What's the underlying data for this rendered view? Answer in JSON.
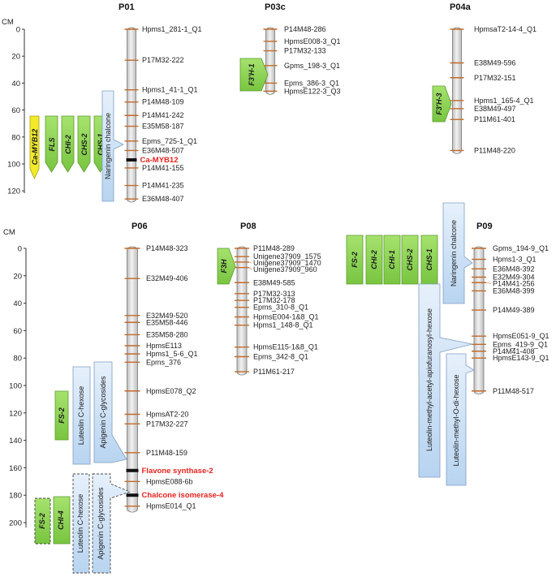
{
  "axis_unit": "CM",
  "axes": [
    {
      "id": "top",
      "ticks": [
        "0",
        "20",
        "40",
        "60",
        "80",
        "100",
        "120"
      ]
    },
    {
      "id": "bottom",
      "ticks": [
        "0",
        "20",
        "40",
        "60",
        "80",
        "100",
        "120",
        "140",
        "160",
        "180",
        "200"
      ]
    }
  ],
  "colors": {
    "green": "#8dd454",
    "yellow": "#f2ea2a",
    "blue": "#c9dff5",
    "tick": "#c26a2a",
    "chrom": "#d8d8d8",
    "red": "#e8231f"
  },
  "chromosomes": [
    {
      "id": "P01",
      "title": "P01",
      "markers": [
        {
          "name": "Hpms1_281-1_Q1",
          "pos": 0
        },
        {
          "name": "P17M32-222",
          "pos": 23
        },
        {
          "name": "Hpms1_41-1_Q1",
          "pos": 45
        },
        {
          "name": "P14M48-109",
          "pos": 54
        },
        {
          "name": "P14M41-242",
          "pos": 64
        },
        {
          "name": "E35M58-187",
          "pos": 72
        },
        {
          "name": "Epms_725-1_Q1",
          "pos": 83
        },
        {
          "name": "E36M48-507",
          "pos": 90
        },
        {
          "name": "Ca-MYB12",
          "pos": 97,
          "highlight": true
        },
        {
          "name": "P14M41-155",
          "pos": 103
        },
        {
          "name": "P14M41-235",
          "pos": 116
        },
        {
          "name": "E36M48-407",
          "pos": 126
        }
      ]
    },
    {
      "id": "P03c",
      "title": "P03c",
      "markers": [
        {
          "name": "P14M48-286",
          "pos": 0
        },
        {
          "name": "HpmsE008-3_Q1",
          "pos": 9
        },
        {
          "name": "P17M32-133",
          "pos": 16
        },
        {
          "name": "Gpms_198-3_Q1",
          "pos": 27
        },
        {
          "name": "Epms_386-3_Q1",
          "pos": 40
        },
        {
          "name": "HpmsE122-3_Q3",
          "pos": 46
        }
      ]
    },
    {
      "id": "P04a",
      "title": "P04a",
      "markers": [
        {
          "name": "HpmsaT2-14-4_Q1",
          "pos": 0
        },
        {
          "name": "E38M49-596",
          "pos": 25
        },
        {
          "name": "P17M32-151",
          "pos": 36
        },
        {
          "name": "Hpms1_165-4_Q1",
          "pos": 53
        },
        {
          "name": "E38M49-497",
          "pos": 59
        },
        {
          "name": "P11M61-401",
          "pos": 67
        },
        {
          "name": "P11M48-220",
          "pos": 90
        }
      ]
    },
    {
      "id": "P06",
      "title": "P06",
      "markers": [
        {
          "name": "P14M48-323",
          "pos": 0
        },
        {
          "name": "E32M49-406",
          "pos": 22
        },
        {
          "name": "E32M49-520",
          "pos": 49
        },
        {
          "name": "E35M58-446",
          "pos": 54
        },
        {
          "name": "E35M58-280",
          "pos": 63
        },
        {
          "name": "HpmsE113",
          "pos": 71
        },
        {
          "name": "Hpms1_5-6_Q1",
          "pos": 77
        },
        {
          "name": "Epms_376",
          "pos": 83
        },
        {
          "name": "HpmsE078_Q2",
          "pos": 104
        },
        {
          "name": "HpmsAT2-20",
          "pos": 121
        },
        {
          "name": "P17M32-227",
          "pos": 128
        },
        {
          "name": "P11M48-159",
          "pos": 149
        },
        {
          "name": "Flavone synthase-2",
          "pos": 162,
          "highlight": true
        },
        {
          "name": "HpmsE088-6b",
          "pos": 170
        },
        {
          "name": "Chalcone isomerase-4",
          "pos": 180,
          "highlight": true
        },
        {
          "name": "HpmsE014_Q1",
          "pos": 188
        }
      ]
    },
    {
      "id": "P08",
      "title": "P08",
      "markers": [
        {
          "name": "P11M48-289",
          "pos": 0
        },
        {
          "name": "Unigene37909_1575",
          "pos": 6
        },
        {
          "name": "Unigene37909_1470",
          "pos": 10
        },
        {
          "name": "Unigene37909_960",
          "pos": 14
        },
        {
          "name": "E38M49-585",
          "pos": 25
        },
        {
          "name": "P17M32-313",
          "pos": 33
        },
        {
          "name": "P17M32-178",
          "pos": 38
        },
        {
          "name": "Epms_310-8_Q1",
          "pos": 43
        },
        {
          "name": "HpmsE004-1&8_Q1",
          "pos": 50
        },
        {
          "name": "Hpms1_148-8_Q1",
          "pos": 56
        },
        {
          "name": "HpmsE115-1&8_Q1",
          "pos": 72
        },
        {
          "name": "Epms_342-8_Q1",
          "pos": 79
        },
        {
          "name": "P11M61-217",
          "pos": 90
        }
      ]
    },
    {
      "id": "P09",
      "title": "P09",
      "markers": [
        {
          "name": "Gpms_194-9_Q1",
          "pos": 0
        },
        {
          "name": "Hpms1-3_Q1",
          "pos": 8
        },
        {
          "name": "E36M48-392",
          "pos": 15
        },
        {
          "name": "E32M49-304",
          "pos": 21
        },
        {
          "name": "P14M41-256",
          "pos": 25
        },
        {
          "name": "E36M48-399",
          "pos": 31
        },
        {
          "name": "P14M49-389",
          "pos": 45
        },
        {
          "name": "HpmsE051-9_Q1",
          "pos": 64
        },
        {
          "name": "Epms_419-9_Q1",
          "pos": 70
        },
        {
          "name": "P14M41-408",
          "pos": 75
        },
        {
          "name": "HpmsE143-9_Q1",
          "pos": 80
        },
        {
          "name": "P11M48-517",
          "pos": 104
        }
      ]
    }
  ],
  "genes": {
    "p01": [
      "Ca-MYB12",
      "FLS",
      "CHI-2",
      "CHS-2",
      "CHS-1"
    ],
    "p03c": [
      "F3'H-1"
    ],
    "p04a": [
      "F3'H-3"
    ],
    "p06_upper": [
      "FS-2"
    ],
    "p06_lower": [
      "FS-2",
      "CHI-4"
    ],
    "p08": [
      "F3H"
    ],
    "p09": [
      "FS-2",
      "CHI-2",
      "CHI-1",
      "CHS-2",
      "CHS-1"
    ]
  },
  "metabolites": {
    "p01": [
      "Naringenin chalcone"
    ],
    "p06_upper": [
      "Luteolin C-hexose",
      "Apigenin C-glycosides"
    ],
    "p06_lower": [
      "Luteolin C-hexose",
      "Apigenin C-glycosides"
    ],
    "p09": [
      "Naringenin chalcone",
      "Luteolin-methyl-acetyl-apiofuranosyl-hexose",
      "Luteolin-methyl-O-di-hexose"
    ]
  }
}
